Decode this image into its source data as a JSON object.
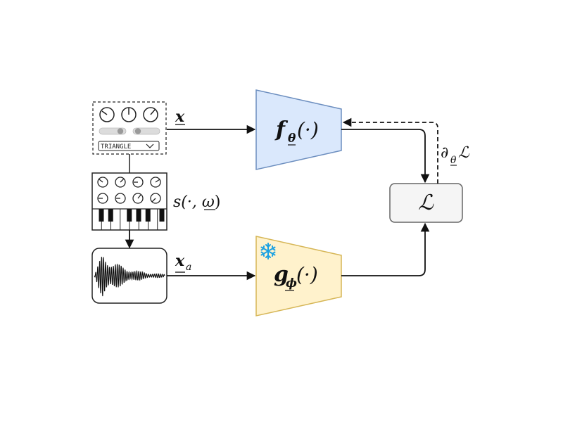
{
  "synth_panel": {
    "waveform_selector": "TRIANGLE"
  },
  "labels": {
    "input": "x",
    "audio": "x",
    "audio_sub": "a",
    "synth_fn_pre": "s(·, ",
    "synth_fn_omega": "ω",
    "synth_fn_post": ")",
    "f_name": "f",
    "f_sub": "θ",
    "f_arg": "(·)",
    "g_name": "g",
    "g_sub": "ϕ",
    "g_arg": "(·)",
    "loss": "ℒ",
    "grad_prefix": "∂",
    "grad_sub": "θ",
    "grad_loss": "ℒ"
  },
  "icons": {
    "frozen": "snowflake-icon"
  },
  "colors": {
    "f_fill": "#dae8fc",
    "f_stroke": "#6c8ebf",
    "g_fill": "#fff2cc",
    "g_stroke": "#d6b656",
    "loss_fill": "#f5f5f5",
    "loss_stroke": "#666666",
    "snowflake": "#1ba1e2"
  }
}
